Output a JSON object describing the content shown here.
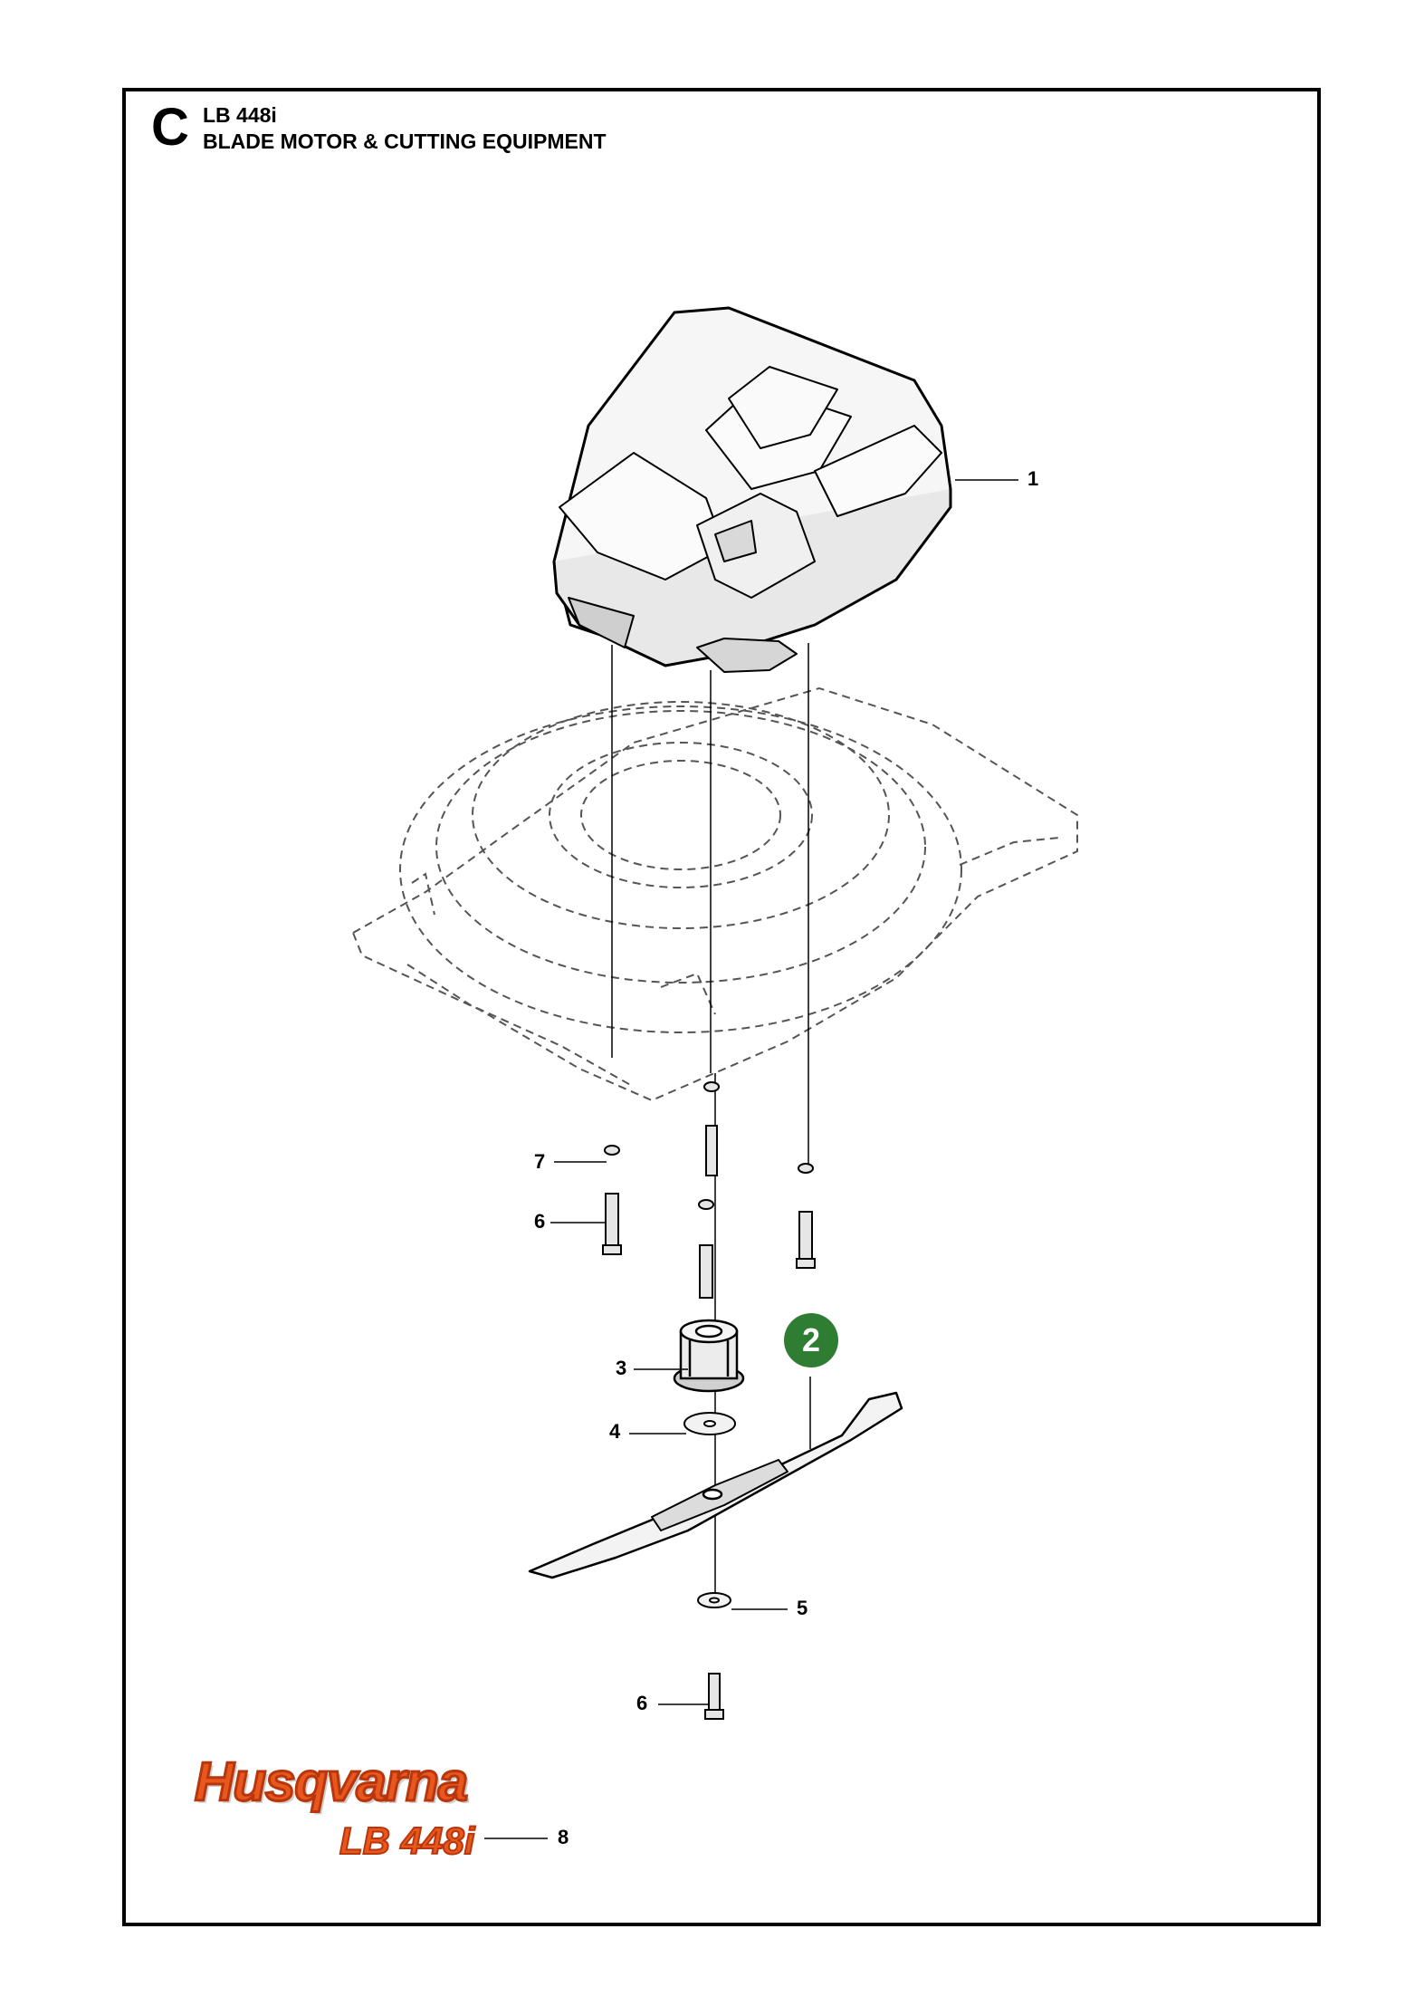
{
  "header": {
    "section_letter": "C",
    "model": "LB 448i",
    "title": "BLADE MOTOR & CUTTING EQUIPMENT"
  },
  "callouts": {
    "motor": "1",
    "blade": "2",
    "hub": "3",
    "washer_upper": "4",
    "washer_lower": "5",
    "bolt_left": "6",
    "bolt_bottom": "6",
    "nut_left": "7",
    "decal": "8"
  },
  "brand": {
    "wordmark": "Husqvarna",
    "model_badge": "LB 448i"
  },
  "colors": {
    "brand_orange": "#e8571e",
    "badge_green": "#2e7d32",
    "line": "#000000",
    "dash": "#555555"
  }
}
